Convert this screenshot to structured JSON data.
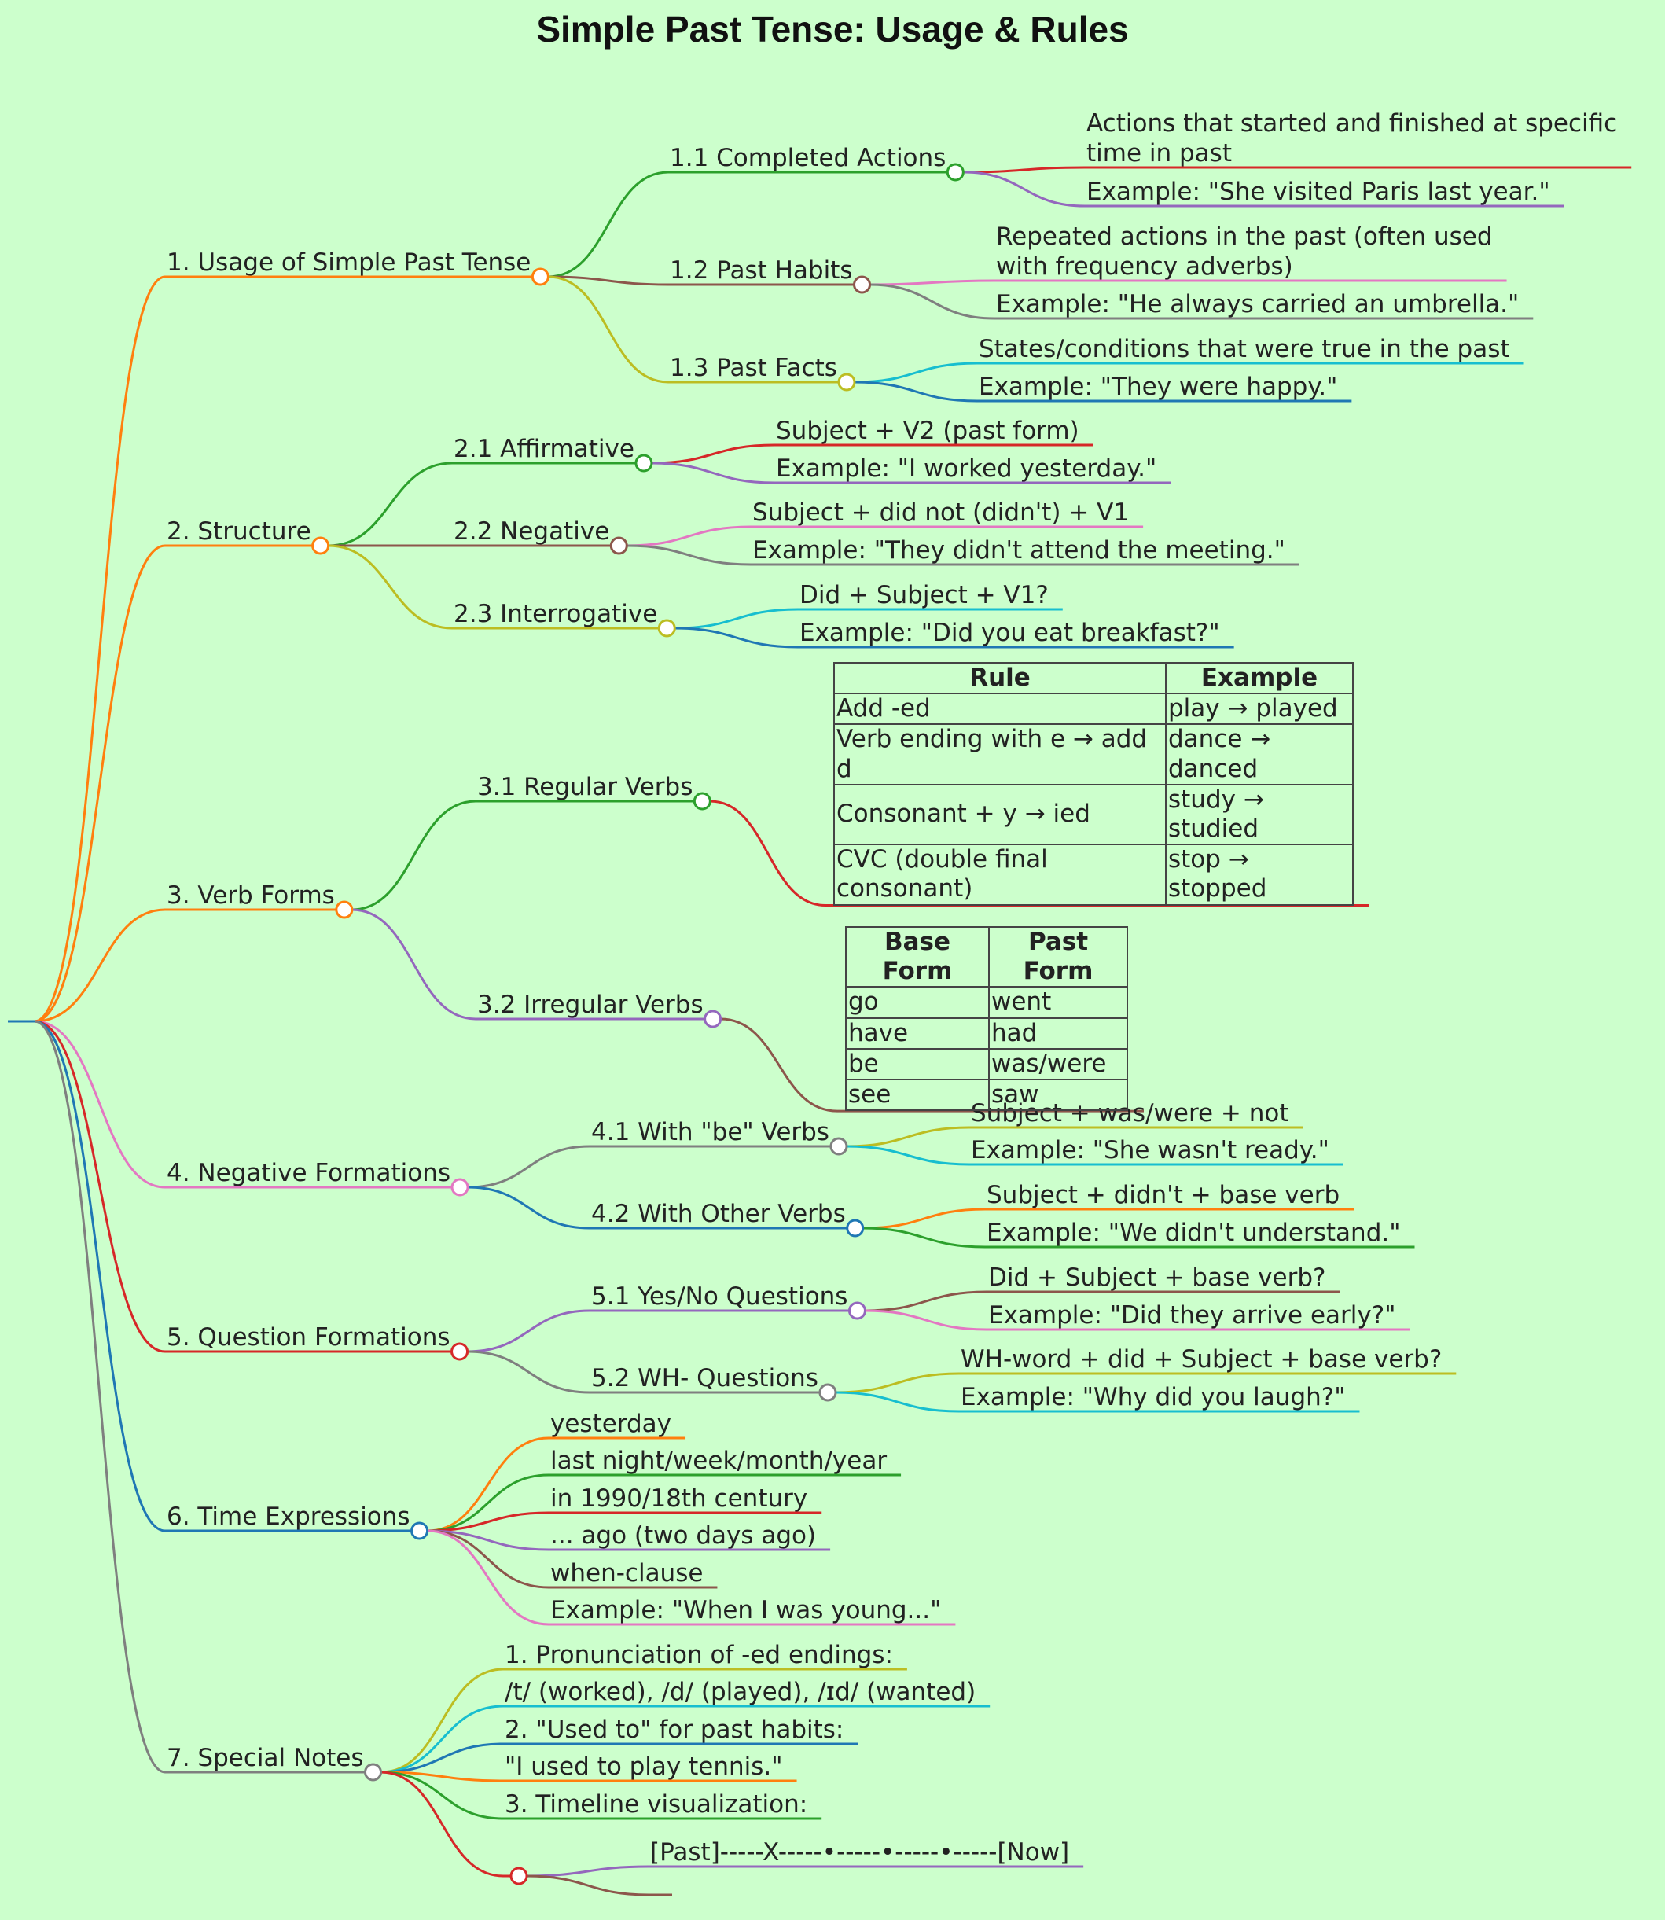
{
  "title": "Simple Past Tense: Usage & Rules",
  "colors": {
    "background": "#ccffcc",
    "orange": "#ff7f0e",
    "green": "#2ca02c",
    "red": "#d62728",
    "purple": "#9467bd",
    "brown": "#8c564b",
    "pink": "#e377c2",
    "gray": "#7f7f7f",
    "olive": "#bcbd22",
    "cyan": "#17becf",
    "blue": "#1f77b4"
  },
  "branches": [
    {
      "label": "1. Usage of Simple Past Tense",
      "children": [
        {
          "label": "1.1 Completed Actions",
          "children": [
            {
              "lines": [
                "Actions that started and finished at specific",
                "time in past"
              ]
            },
            {
              "lines": [
                "Example: \"She visited Paris last year.\""
              ]
            }
          ]
        },
        {
          "label": "1.2 Past Habits",
          "children": [
            {
              "lines": [
                "Repeated actions in the past (often used",
                "with frequency adverbs)"
              ]
            },
            {
              "lines": [
                "Example: \"He always carried an umbrella.\""
              ]
            }
          ]
        },
        {
          "label": "1.3 Past Facts",
          "children": [
            {
              "lines": [
                "States/conditions that were true in the past"
              ]
            },
            {
              "lines": [
                "Example: \"They were happy.\""
              ]
            }
          ]
        }
      ]
    },
    {
      "label": "2. Structure",
      "children": [
        {
          "label": "2.1 Affirmative",
          "children": [
            {
              "lines": [
                "Subject + V2 (past form)"
              ]
            },
            {
              "lines": [
                "Example: \"I worked yesterday.\""
              ]
            }
          ]
        },
        {
          "label": "2.2 Negative",
          "children": [
            {
              "lines": [
                "Subject + did not (didn't) + V1"
              ]
            },
            {
              "lines": [
                "Example: \"They didn't attend the meeting.\""
              ]
            }
          ]
        },
        {
          "label": "2.3 Interrogative",
          "children": [
            {
              "lines": [
                "Did + Subject + V1?"
              ]
            },
            {
              "lines": [
                "Example: \"Did you eat breakfast?\""
              ]
            }
          ]
        }
      ]
    },
    {
      "label": "3. Verb Forms",
      "children": [
        {
          "label": "3.1 Regular Verbs",
          "table": {
            "headers": [
              "Rule",
              "Example"
            ],
            "rows": [
              [
                "Add -ed",
                "play → played"
              ],
              [
                "Verb ending with e → add d",
                "dance → danced"
              ],
              [
                "Consonant + y → ied",
                "study → studied"
              ],
              [
                "CVC (double final consonant)",
                "stop → stopped"
              ]
            ]
          }
        },
        {
          "label": "3.2 Irregular Verbs",
          "table": {
            "headers": [
              "Base Form",
              "Past Form"
            ],
            "rows": [
              [
                "go",
                "went"
              ],
              [
                "have",
                "had"
              ],
              [
                "be",
                "was/were"
              ],
              [
                "see",
                "saw"
              ]
            ]
          }
        }
      ]
    },
    {
      "label": "4. Negative Formations",
      "children": [
        {
          "label": "4.1 With \"be\" Verbs",
          "children": [
            {
              "lines": [
                "Subject + was/were + not"
              ]
            },
            {
              "lines": [
                "Example: \"She wasn't ready.\""
              ]
            }
          ]
        },
        {
          "label": "4.2 With Other Verbs",
          "children": [
            {
              "lines": [
                "Subject + didn't + base verb"
              ]
            },
            {
              "lines": [
                "Example: \"We didn't understand.\""
              ]
            }
          ]
        }
      ]
    },
    {
      "label": "5. Question Formations",
      "children": [
        {
          "label": "5.1 Yes/No Questions",
          "children": [
            {
              "lines": [
                "Did + Subject + base verb?"
              ]
            },
            {
              "lines": [
                "Example: \"Did they arrive early?\""
              ]
            }
          ]
        },
        {
          "label": "5.2 WH- Questions",
          "children": [
            {
              "lines": [
                "WH-word + did + Subject + base verb?"
              ]
            },
            {
              "lines": [
                "Example: \"Why did you laugh?\""
              ]
            }
          ]
        }
      ]
    },
    {
      "label": "6. Time Expressions",
      "children": [
        {
          "label": "yesterday"
        },
        {
          "label": "last night/week/month/year"
        },
        {
          "label": "in 1990/18th century"
        },
        {
          "label": "... ago (two days ago)"
        },
        {
          "label": "when-clause"
        },
        {
          "label": "Example: \"When I was young...\""
        }
      ]
    },
    {
      "label": "7. Special Notes",
      "children": [
        {
          "label": "1. Pronunciation of -ed endings:"
        },
        {
          "label": "/t/ (worked), /d/ (played), /ɪd/ (wanted)"
        },
        {
          "label": "2. \"Used to\" for past habits:"
        },
        {
          "label": "\"I used to play tennis.\""
        },
        {
          "label": "3. Timeline visualization:"
        },
        {
          "label": "",
          "children": [
            {
              "lines": [
                "[Past]-----X-----•-----•-----•-----[Now]"
              ]
            },
            {
              "lines": [
                ""
              ]
            }
          ]
        }
      ]
    }
  ]
}
